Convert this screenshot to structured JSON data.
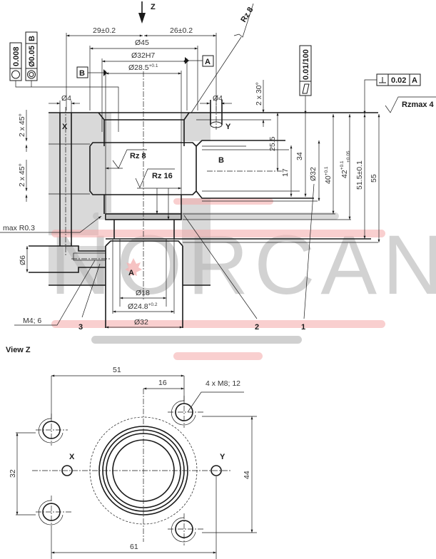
{
  "drawing": {
    "view_arrow_label": "Z",
    "view_z_title": "View Z",
    "colors": {
      "line": "#1a1a1a",
      "dim_text": "#333333",
      "shading": "#d9d9d9",
      "watermark_gray": "#b5b5b5",
      "watermark_red": "#f2a8a8"
    },
    "watermark": {
      "text": "NORCAN"
    },
    "top_dims": {
      "left_offset": "29±0.2",
      "right_offset": "26±0.2",
      "dia45": "Ø45",
      "dia32h7": "Ø32H7",
      "dia28_5": "Ø28.5",
      "dia28_5_tol": "+0.1",
      "left_hole": "Ø4",
      "right_hole": "Ø4"
    },
    "feature_frames": {
      "circularity": {
        "symbol": "○",
        "value": "0.008"
      },
      "concentricity": {
        "symbol": "◎",
        "value": "Ø0.05",
        "datum": "B"
      },
      "flatness": {
        "symbol": "▱",
        "value": "0.01/100"
      },
      "perpendicularity": {
        "symbol": "⊥",
        "value": "0.02",
        "datum": "A"
      }
    },
    "datums": {
      "A": "A",
      "B": "B"
    },
    "surface_finish": {
      "rz8_top": "Rz 8",
      "rz8_inner": "Rz 8",
      "rz16": "Rz 16",
      "rzmax4": "Rzmax 4"
    },
    "chamfers": {
      "top_right": "2 x 30°",
      "left_upper": "2 x 45°",
      "left_lower": "2 x 45°"
    },
    "port_labels": {
      "X": "X",
      "Y": "Y",
      "B": "B",
      "A": "A"
    },
    "right_dims": {
      "d25_5": "25.5",
      "d17": "17",
      "d34": "34",
      "dia32": "Ø32",
      "d40": "40",
      "d40_tol": "+0.1",
      "d42": "42",
      "d42_tol_upper": "+0.1",
      "d42_tol_lower": "+0.05",
      "d51_5": "51.5±0.1",
      "d55": "55"
    },
    "left_notes": {
      "max_radius": "max R0.3",
      "dia6": "Ø6",
      "thread": "M4; 6"
    },
    "bottom_dims": {
      "dia18": "Ø18",
      "dia24_8": "Ø24.8",
      "dia24_8_tol": "+0.2",
      "dia32": "Ø32"
    },
    "item_numbers": [
      "3",
      "2",
      "1"
    ],
    "view_z": {
      "d51": "51",
      "d16": "16",
      "thread_note": "4 x M8; 12",
      "d32": "32",
      "d44": "44",
      "d61": "61",
      "port_x": "X",
      "port_y": "Y"
    }
  }
}
